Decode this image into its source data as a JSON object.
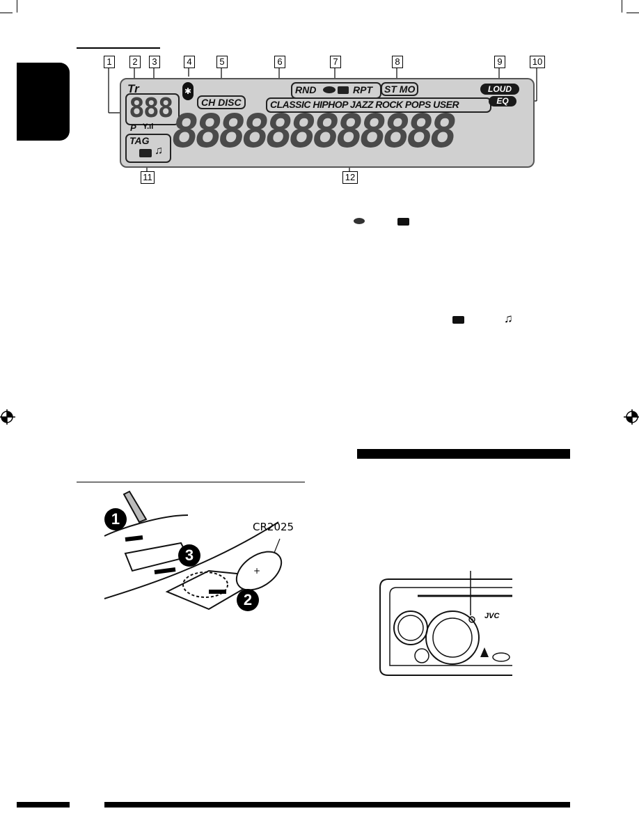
{
  "callouts": [
    "1",
    "2",
    "3",
    "4",
    "5",
    "6",
    "7",
    "8",
    "9",
    "10",
    "11",
    "12"
  ],
  "display": {
    "tr": "Tr",
    "digits3": "888",
    "p_label": "P",
    "bt_symbol": "✱",
    "ch_disc": "CH DISC",
    "rnd": "RND",
    "rpt": "RPT",
    "stmo": "ST MO",
    "genres": "CLASSIC HIPHOP JAZZ ROCK POPS USER",
    "loud": "LOUD",
    "eq": "EQ",
    "tag": "TAG",
    "main_digits": "888888888888"
  },
  "battery_figure": {
    "battery_type": "CR2025",
    "steps": [
      "❶",
      "❷",
      "❸"
    ]
  },
  "unit_figure": {
    "brand": "JVC"
  },
  "inline_icons": [
    "disc-icon",
    "folder-icon",
    "folder-icon",
    "music-note-icon"
  ],
  "colors": {
    "lcd_bg": "#d0d0d0",
    "ink": "#000000"
  }
}
